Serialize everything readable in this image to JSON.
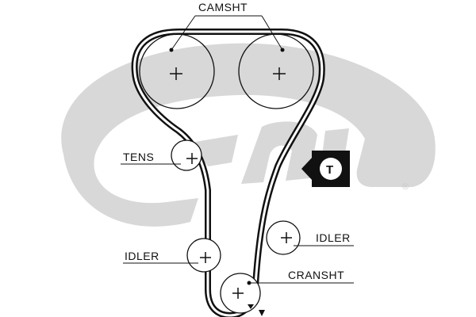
{
  "labels": {
    "camshaft": "CAMSHT",
    "tensioner": "TENS",
    "idler_left": "IDLER",
    "idler_right": "IDLER",
    "crankshaft": "CRANSHT"
  },
  "tension_badge": {
    "letter": "T"
  },
  "watermark": {
    "registered_mark": "®"
  },
  "colors": {
    "belt": "#111111",
    "line": "#111111",
    "watermark": "#d4d4d4",
    "background": "#ffffff"
  },
  "icons": {
    "center": "plus-icon",
    "rotation": "triangle-arrow-icon",
    "tension_badge": "tension-badge-icon"
  }
}
